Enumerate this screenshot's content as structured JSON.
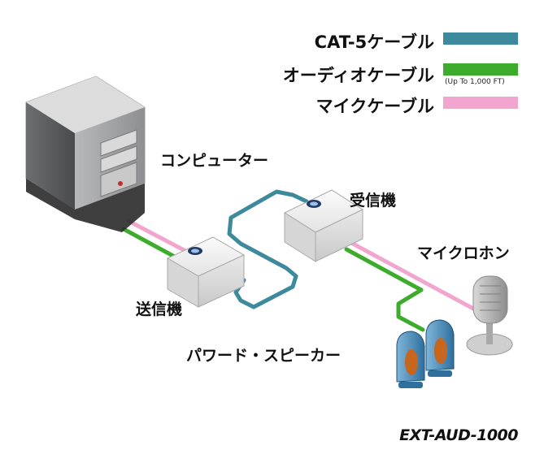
{
  "legend": {
    "cat5_label": "CAT-5ケーブル",
    "audio_label": "オーディオケーブル",
    "audio_note": "(Up To 1,000 FT)",
    "mic_label": "マイクケーブル"
  },
  "labels": {
    "computer": "コンピューター",
    "receiver": "受信機",
    "transmitter": "送信機",
    "microphone": "マイクロホン",
    "speakers": "パワード・スピーカー"
  },
  "model": "EXT-AUD-1000",
  "colors": {
    "cat5": "#3d8a9c",
    "audio": "#3dac2c",
    "mic": "#f2a6cf"
  }
}
